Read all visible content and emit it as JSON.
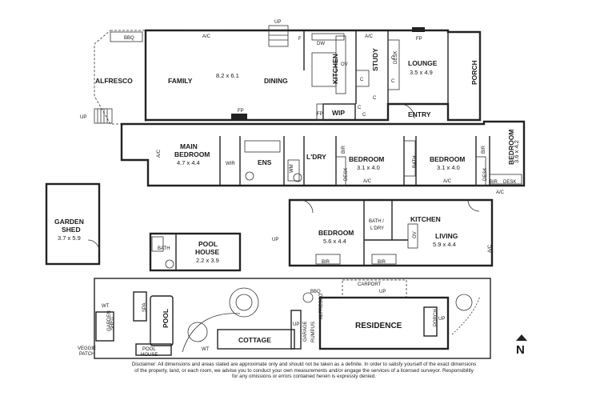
{
  "rooms": {
    "alfresco": "ALFRESCO",
    "family": "FAMILY",
    "family_dim": "8.2 x 6.1",
    "dining": "DINING",
    "kitchen": "KITCHEN",
    "study": "STUDY",
    "lounge": "LOUNGE",
    "lounge_dim": "3.5 x 4.9",
    "porch": "PORCH",
    "entry": "ENTRY",
    "wip": "WIP",
    "main_bedroom": "MAIN",
    "main_bedroom_2": "BEDROOM",
    "main_bedroom_dim": "4.7 x 4.4",
    "wir": "WIR",
    "ens": "ENS",
    "wm": "WM",
    "ldry": "L'DRY",
    "bedroom": "BEDROOM",
    "bedroom2_dim": "3.1 x 4.0",
    "bath": "BATH",
    "bedroom3_dim": "3.1 x 4.0",
    "bedroom4_dim": "3.6 x 4.2",
    "garden_shed": "GARDEN",
    "garden_shed_2": "SHED",
    "garden_shed_dim": "3.7 x 5.9",
    "pool": "POOL",
    "house": "HOUSE",
    "pool_house_dim": "2.2 x 3.9",
    "cottage_bedroom_dim": "5.6 x 4.4",
    "bath_ldry_1": "BATH /",
    "bath_ldry_2": "L'DRY",
    "cottage_kitchen": "KITCHEN",
    "living": "LIVING",
    "living_dim": "5.9 x 4.4"
  },
  "fixtures": {
    "bbq": "BBQ",
    "ac": "A/C",
    "up": "UP",
    "f": "F",
    "dw": "DW",
    "ov": "OV",
    "desk": "DESK",
    "fp": "FP",
    "c": "C",
    "bir": "BIR"
  },
  "site": {
    "carport": "CARPORT",
    "up": "UP",
    "bbq": "BBQ",
    "wt": "WT",
    "spa": "SPA",
    "pool": "POOL",
    "garden_shed_1": "GARDEN",
    "garden_shed_2": "SHED",
    "alfresco": "ALFRESCO",
    "residence": "RESIDENCE",
    "porch": "PORCH",
    "cottage": "COTTAGE",
    "garage_1": "GARAGE",
    "garage_2": "RUMPUS",
    "veggie_1": "VEGGIE",
    "veggie_2": "PATCH",
    "pool_house_1": "POOL",
    "pool_house_2": "HOUSE"
  },
  "north": "N",
  "disclaimer": {
    "line1": "Disclaimer: All dimensions and areas stated are approximate only and should not be taken as a definite. In order to satisfy yourself of the exact dimensions",
    "line2": "of the property, land, or each room, we advise you to conduct your own measurements and/or engage the services of a licensed surveyor. Responsibility",
    "line3": "for any omissions or errors contained herein is expressly denied."
  }
}
